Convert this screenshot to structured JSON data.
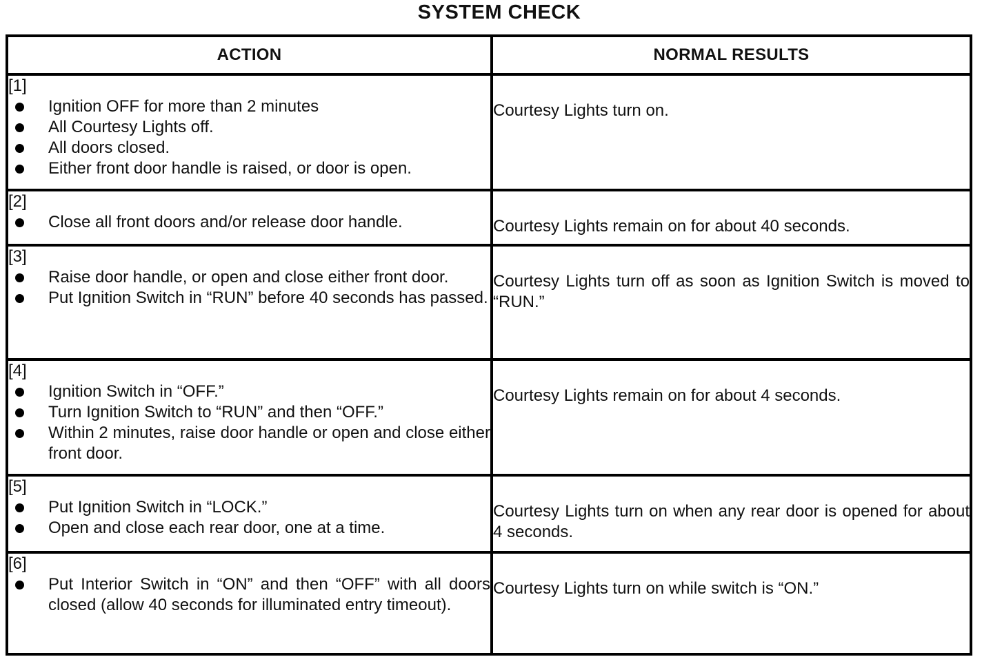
{
  "title": "SYSTEM CHECK",
  "headers": {
    "action": "ACTION",
    "results": "NORMAL RESULTS"
  },
  "rows": [
    {
      "step": "[1]",
      "actions": [
        "Ignition OFF for more than 2 minutes",
        "All Courtesy Lights off.",
        "All doors closed.",
        "Either front door handle is raised, or door is open."
      ],
      "result": "Courtesy Lights turn on."
    },
    {
      "step": "[2]",
      "actions": [
        "Close all front doors and/or release door handle."
      ],
      "result": "Courtesy Lights remain on for about 40 seconds."
    },
    {
      "step": "[3]",
      "actions": [
        "Raise door handle, or open and close either front door.",
        "Put Ignition Switch in “RUN” before 40 seconds has passed."
      ],
      "result": "Courtesy Lights turn off as soon as Ignition Switch is moved to “RUN.”"
    },
    {
      "step": "[4]",
      "actions": [
        "Ignition Switch in “OFF.”",
        "Turn Ignition Switch to “RUN” and then “OFF.”",
        "Within 2 minutes, raise door handle or open and close either front door."
      ],
      "result": "Courtesy Lights remain on for about 4 seconds."
    },
    {
      "step": "[5]",
      "actions": [
        "Put Ignition Switch in “LOCK.”",
        "Open and close each rear door, one at a time."
      ],
      "result": "Courtesy Lights turn on when any rear door is opened for about 4 seconds."
    },
    {
      "step": "[6]",
      "actions": [
        "Put Interior Switch in “ON” and then “OFF” with all doors closed (allow 40 seconds for illuminated entry timeout)."
      ],
      "result": "Courtesy Lights turn on while switch is “ON.”"
    }
  ]
}
